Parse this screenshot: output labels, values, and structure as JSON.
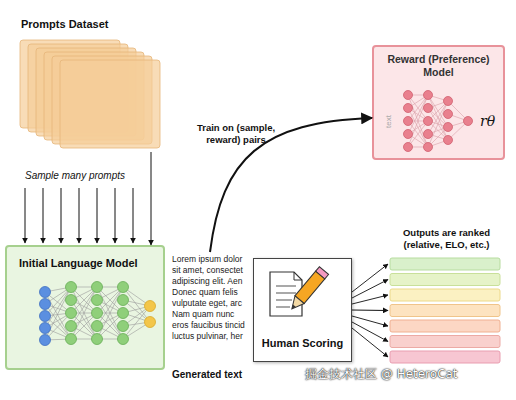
{
  "diagram": {
    "nodes": [
      {
        "text": [
          "Prompts Dataset"
        ]
      },
      {
        "text": [
          "Initial Language Model"
        ]
      },
      {
        "text": [
          "Lorem ipsum dolor sit amet, consectet adipiscing elit. Aen Donec quam felis vulputate eget, arc Nam quam nunc eros faucibus tincid luctus pulvinar, her",
          "Generated text"
        ]
      },
      {
        "text": [
          "Human Scoring"
        ]
      },
      {
        "text": [
          "Reward (Preference) Model",
          "text",
          "rθ"
        ]
      },
      {
        "text": [
          "Outputs are ranked (relative, ELO, etc.)"
        ]
      }
    ],
    "edges": [
      {
        "from": 0,
        "to": 1,
        "arrow": "to"
      },
      {
        "from": 2,
        "to": 4,
        "arrow": "to",
        "label": "Train on (sample, reward) pairs"
      },
      {
        "from": 3,
        "to": 5,
        "arrow": "to"
      }
    ],
    "labels": [
      "Sample many prompts",
      "掘金技术社区 @ HeteroCat"
    ]
  }
}
